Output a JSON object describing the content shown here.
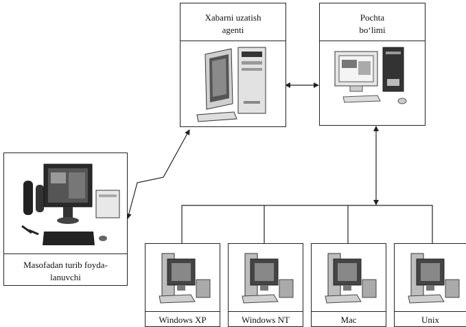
{
  "nodes": {
    "agent": {
      "label_line1": "Xabarni  uzatish",
      "label_line2": "agenti"
    },
    "post_office": {
      "label_line1": "Pochta",
      "label_line2": "bo‘limi"
    },
    "remote_user": {
      "label_line1": "Masofadan turib foyda-",
      "label_line2": "lanuvchi"
    },
    "clients": [
      {
        "label": "Windows XP"
      },
      {
        "label": "Windows NT"
      },
      {
        "label": "Mac"
      },
      {
        "label": "Unix"
      }
    ]
  },
  "icons": {
    "agent": "server-computer-icon",
    "post_office": "desktop-computer-icon",
    "remote_user": "multimedia-workstation-icon",
    "client": "desktop-pc-icon"
  },
  "colors": {
    "line": "#222222",
    "background": "#ffffff"
  }
}
